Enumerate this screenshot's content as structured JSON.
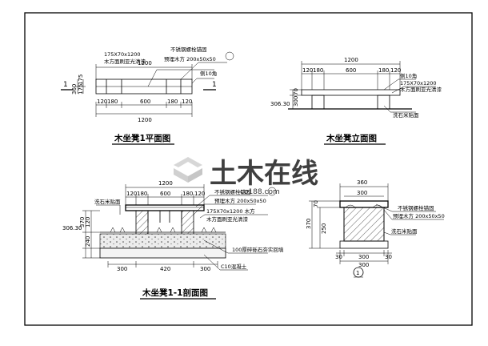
{
  "plan_view": {
    "title": "木坐凳1平面图",
    "note_wood_top": "175X70x1200",
    "note_wood_finish": "木方面刷亚光清漆",
    "note_steel_bolt": "不锈钢螺栓锚固",
    "note_embedded": "预埋木方 200x50x50",
    "note_beam": "侧10角",
    "dim_total": "1200",
    "dim_parts": [
      "120",
      "180",
      "600",
      "180",
      "120"
    ],
    "dim_side": [
      "175",
      "175"
    ],
    "dim_depth": "360",
    "section_mark": "1"
  },
  "elevation_view": {
    "title": "木坐凳立面图",
    "dim_total": "1200",
    "dim_parts": [
      "120",
      "180",
      "600",
      "180",
      "120"
    ],
    "dim_side": [
      "70",
      "300"
    ],
    "dim_level": "306.30",
    "note_beam": "侧10角",
    "note_wood_top": "175X70x1200",
    "note_wood_finish": "木方面刷亚光清漆",
    "note_base": "洗石米贴面"
  },
  "section_view": {
    "title": "木坐凳1-1剖面图",
    "dim_total": "1200",
    "dim_parts": [
      "120",
      "180",
      "600",
      "180",
      "120"
    ],
    "dim_left": [
      "370",
      "120",
      "240"
    ],
    "dim_level": "306.30",
    "dim_bottom": [
      "300",
      "420",
      "300"
    ],
    "note_base": "洗石米贴面",
    "note_steel_bolt": "不锈钢螺栓锚固",
    "note_embedded": "预埋木方 200x50x50",
    "note_wood_top": "175X70x1200 木方",
    "note_wood_finish": "木方面刷亚光清漆",
    "note_gravel": "100厚碎砾石夯实回填",
    "note_concrete": "C10混凝土"
  },
  "side_view": {
    "dim_top": "360",
    "dim_inner": "300",
    "dim_left": [
      "70",
      "250",
      "370"
    ],
    "dim_bottom": [
      "30",
      "300",
      "30"
    ],
    "note_steel_bolt": "不锈钢螺栓锚固",
    "note_embedded": "预埋木方 200x50x50",
    "note_base": "洗石米贴面",
    "detail_mark": "1"
  },
  "watermark": {
    "text": "土木在线",
    "subtext": "co188.com"
  }
}
